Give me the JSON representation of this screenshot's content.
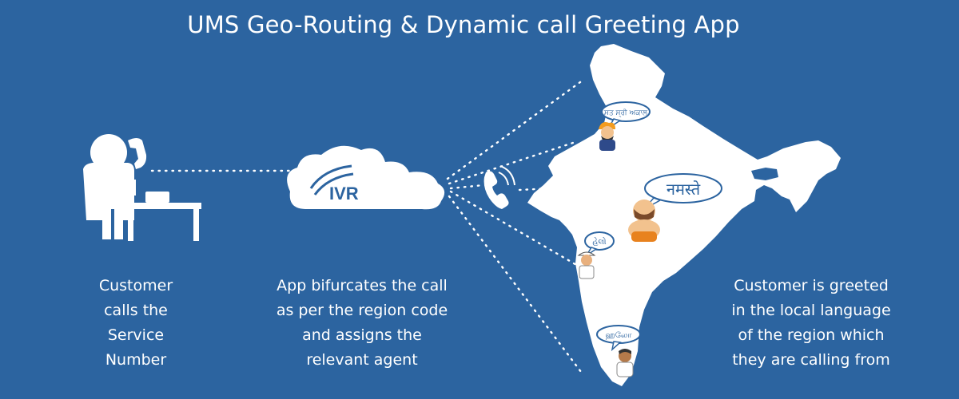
{
  "title": "UMS Geo-Routing & Dynamic call Greeting App",
  "cloud_label": "IVR",
  "captions": {
    "customer": [
      "Customer",
      "calls the",
      "Service",
      "Number"
    ],
    "app": [
      "App bifurcates the call",
      "as per the region code",
      "and assigns the",
      "relevant agent"
    ],
    "greeting": [
      "Customer is greeted",
      "in the local language",
      "of the region which",
      "they are calling from"
    ]
  },
  "greetings": {
    "punjabi": "ਸਤ ਸ੍ਰੀ ਅਕਾਲ",
    "hindi": "नमस्ते",
    "gujarati": "હેલો",
    "tamil": "ஹலோ"
  },
  "colors": {
    "background": "#2c64a0",
    "foreground": "#ffffff",
    "speech_text": "#2c64a0"
  }
}
